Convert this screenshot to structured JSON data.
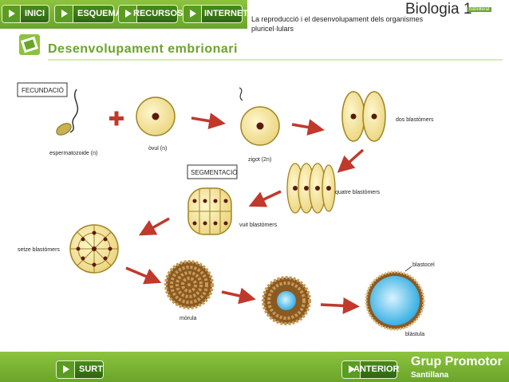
{
  "nav": {
    "inici": "INICI",
    "esquema": "ESQUEMA",
    "recursos": "RECURSOS",
    "internet": "INTERNET"
  },
  "header": {
    "subtitle": "La reproducció i el desenvolupament dels organismes pluricel·lulars",
    "brand": "Biologia 1",
    "brand_tag": "batxillerat"
  },
  "page": {
    "title": "Desenvolupament embrionari"
  },
  "diagram": {
    "labels": {
      "fecundacio": "FECUNDACIÓ",
      "segmentacio": "SEGMENTACIÓ",
      "espermatozoide": "espermatozoide (n)",
      "ovul": "òvul (n)",
      "zigot": "zigot (2n)",
      "dos_blastomers": "dos blastòmers",
      "quatre_blastomers": "quatre blastòmers",
      "vuit_blastomers": "vuit blastòmers",
      "setze_blastomers": "setze blastòmers",
      "morula": "mòrula",
      "blastocel": "blastocel",
      "blastula": "blàstula"
    }
  },
  "footer": {
    "surt": "SURT",
    "anterior": "ANTERIOR",
    "publisher": "Grup Promotor",
    "publisher_sub": "Santillana"
  },
  "colors": {
    "bar_green": "#6aa52a",
    "button_green": "#2f6410",
    "title_green": "#6aa52a",
    "arrow_red": "#c0392b",
    "cell_fill": "#f4e6a6",
    "cell_border": "#a08420",
    "blastocel_blue": "#29a9e0"
  }
}
